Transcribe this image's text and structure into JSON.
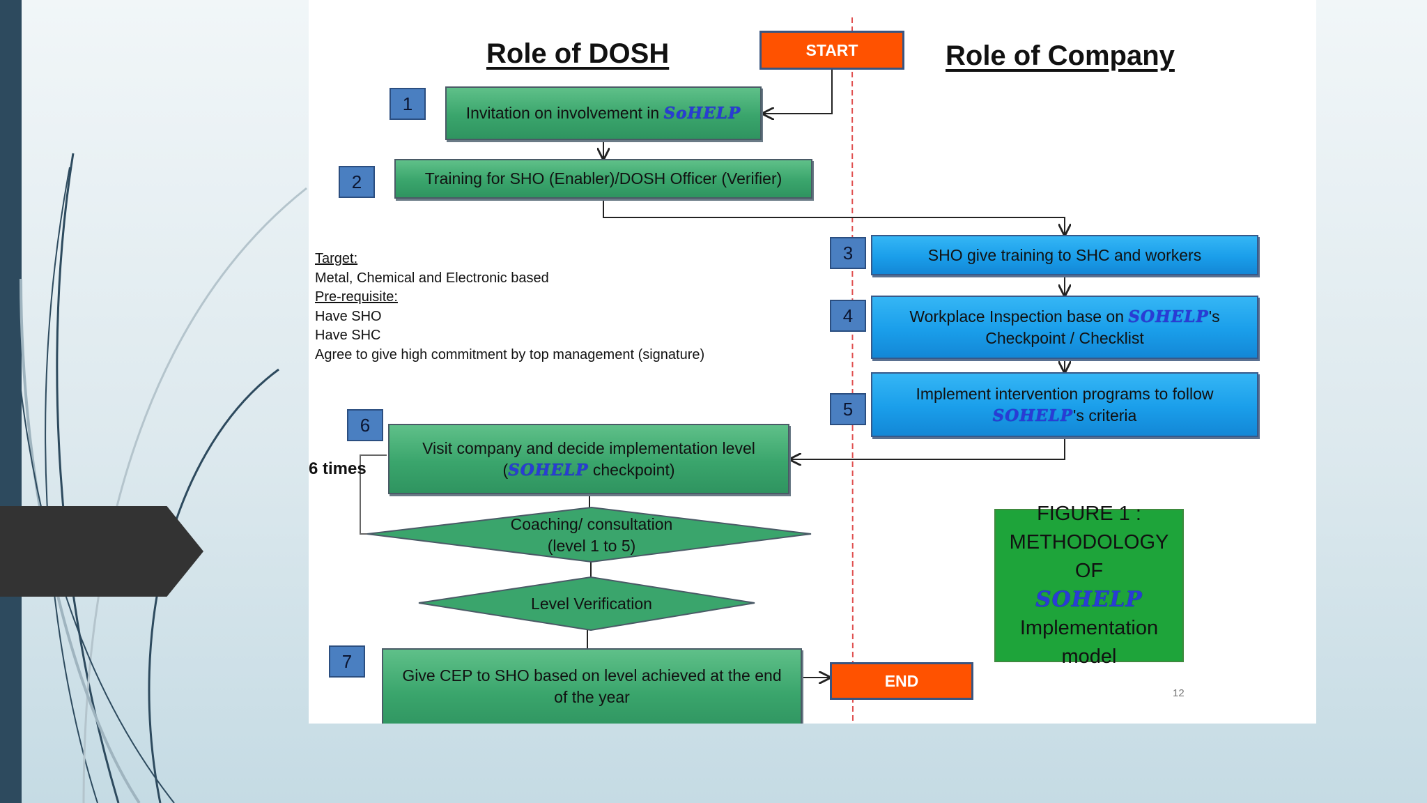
{
  "headings": {
    "dosh": "Role of DOSH",
    "company": "Role of Company"
  },
  "terminals": {
    "start": "START",
    "end": "END"
  },
  "steps": [
    {
      "num": "1",
      "text": "Invitation on involvement in ",
      "sohelp": "SoHELP",
      "suffix": ""
    },
    {
      "num": "2",
      "text": "Training for SHO (Enabler)/DOSH Officer (Verifier)"
    },
    {
      "num": "3",
      "text": "SHO give training to SHC and workers"
    },
    {
      "num": "4",
      "line1": "Workplace Inspection base on ",
      "sohelp": "SOHELP",
      "line1_suffix": "'s",
      "line2": "Checkpoint / Checklist"
    },
    {
      "num": "5",
      "line1": "Implement intervention programs to follow",
      "sohelp": "SOHELP",
      "line2_suffix": "'s criteria"
    },
    {
      "num": "6",
      "line1": "Visit company and decide implementation level",
      "prefix": "(",
      "sohelp": "SOHELP",
      "line2_suffix": " checkpoint)"
    },
    {
      "num": "7",
      "line1": "Give CEP to SHO  based on level achieved at the end",
      "line2": "of the year"
    }
  ],
  "diamonds": {
    "coaching": {
      "line1": "Coaching/ consultation",
      "line2": "(level 1 to 5)"
    },
    "verification": "Level Verification"
  },
  "info": {
    "target_label": "Target:",
    "target": "Metal, Chemical and Electronic based",
    "prereq_label": "Pre-requisite:",
    "prereq_items": [
      "Have SHO",
      "Have SHC",
      "Agree to give high commitment  by top management  (signature)"
    ]
  },
  "loop_label": "6 times",
  "figure": {
    "line1": "FIGURE 1 :",
    "line2": "METHODOLOGY OF",
    "sohelp": "SOHELP",
    "line3": "Implementation",
    "line4": "model"
  },
  "page_number": "12",
  "colors": {
    "green": "#3aa56c",
    "blue": "#1a9eea",
    "orange": "#ff5200",
    "figure_green": "#1ea43a",
    "sohelp_text": "#2a3bd6"
  }
}
